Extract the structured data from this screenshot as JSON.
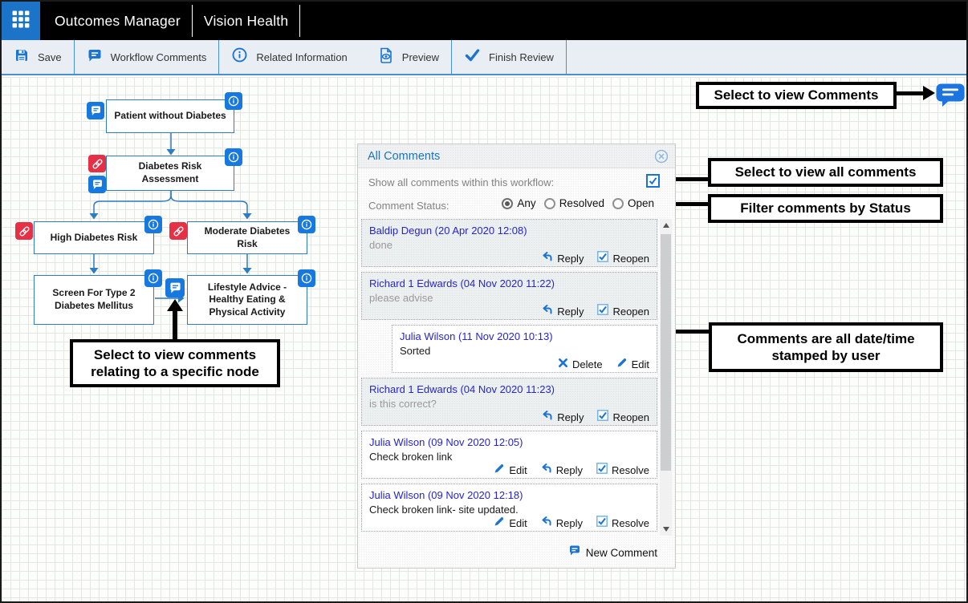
{
  "header": {
    "app_title": "Outcomes Manager",
    "workspace": "Vision Health"
  },
  "toolbar": {
    "buttons": [
      {
        "icon": "save-icon",
        "label": "Save"
      },
      {
        "icon": "comment-icon",
        "label": "Workflow Comments"
      },
      {
        "icon": "info-icon",
        "label": "Related Information"
      },
      {
        "icon": "preview-icon",
        "label": "Preview"
      },
      {
        "icon": "check-icon",
        "label": "Finish Review"
      }
    ]
  },
  "workflow": {
    "nodes": [
      {
        "label": "Patient without Diabetes"
      },
      {
        "label": "Diabetes Risk Assessment"
      },
      {
        "label": "High Diabetes Risk"
      },
      {
        "label": "Moderate Diabetes Risk"
      },
      {
        "label": "Screen For Type 2 Diabetes Mellitus"
      },
      {
        "label": "Lifestyle Advice - Healthy Eating & Physical Activity"
      }
    ]
  },
  "callouts": {
    "view_comments": "Select to view Comments",
    "view_all_comments": "Select to view all comments",
    "filter_by_status": "Filter comments by Status",
    "datetime_stamped": "Comments are all date/time stamped by user",
    "specific_node": "Select to view comments relating to a specific node"
  },
  "comments_panel": {
    "title": "All Comments",
    "show_all_label": "Show all comments within this workflow:",
    "show_all_checked": true,
    "status_label": "Comment Status:",
    "status_options": [
      {
        "label": "Any",
        "selected": true
      },
      {
        "label": "Resolved",
        "selected": false
      },
      {
        "label": "Open",
        "selected": false
      }
    ],
    "comments": [
      {
        "header": "Baldip Degun (20 Apr 2020 12:08)",
        "body": "done",
        "actions": [
          {
            "icon": "reply-icon",
            "label": "Reply"
          },
          {
            "icon": "checkbox-icon",
            "label": "Reopen"
          }
        ]
      },
      {
        "header": "Richard 1 Edwards (04 Nov 2020 11:22)",
        "body": "please advise",
        "actions": [
          {
            "icon": "reply-icon",
            "label": "Reply"
          },
          {
            "icon": "checkbox-icon",
            "label": "Reopen"
          }
        ]
      },
      {
        "header": "Julia Wilson (11 Nov 2020 10:13)",
        "body": "Sorted",
        "actions": [
          {
            "icon": "delete-icon",
            "label": "Delete"
          },
          {
            "icon": "edit-icon",
            "label": "Edit"
          }
        ]
      },
      {
        "header": "Richard 1 Edwards (04 Nov 2020 11:23)",
        "body": "is this correct?",
        "actions": [
          {
            "icon": "reply-icon",
            "label": "Reply"
          },
          {
            "icon": "checkbox-icon",
            "label": "Reopen"
          }
        ]
      },
      {
        "header": "Julia Wilson (09 Nov 2020 12:05)",
        "body": "Check broken link",
        "actions": [
          {
            "icon": "edit-icon",
            "label": "Edit"
          },
          {
            "icon": "reply-icon",
            "label": "Reply"
          },
          {
            "icon": "checkbox-icon",
            "label": "Resolve"
          }
        ]
      },
      {
        "header": "Julia Wilson (09 Nov 2020 12:18)",
        "body": "Check broken link- site updated.",
        "actions": [
          {
            "icon": "edit-icon",
            "label": "Edit"
          },
          {
            "icon": "reply-icon",
            "label": "Reply"
          },
          {
            "icon": "checkbox-icon",
            "label": "Resolve"
          }
        ]
      }
    ],
    "new_comment_label": "New Comment"
  },
  "colors": {
    "accent_blue": "#1b74d0",
    "badge_blue": "#1779e0",
    "badge_red": "#e63046",
    "author_blue": "#2525cf",
    "node_border": "#2f7cc0"
  }
}
